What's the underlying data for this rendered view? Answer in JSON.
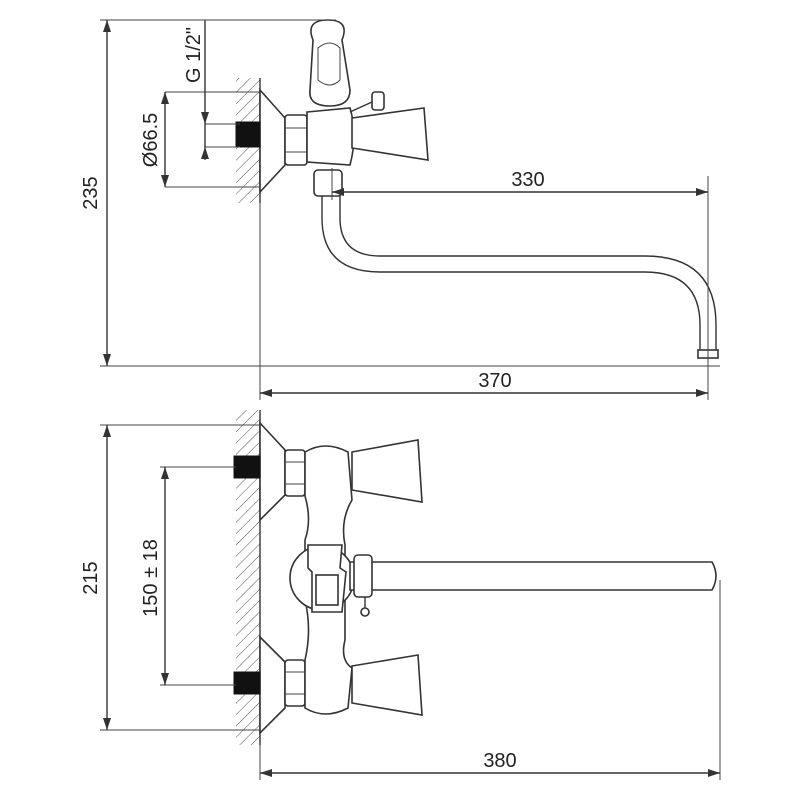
{
  "dimensions": {
    "top_height": "235",
    "thread": "G 1/2\"",
    "diameter": "Ø66.5",
    "spout_reach": "330",
    "top_width": "370",
    "bottom_height": "215",
    "center_distance": "150 ± 18",
    "bottom_width": "380"
  }
}
